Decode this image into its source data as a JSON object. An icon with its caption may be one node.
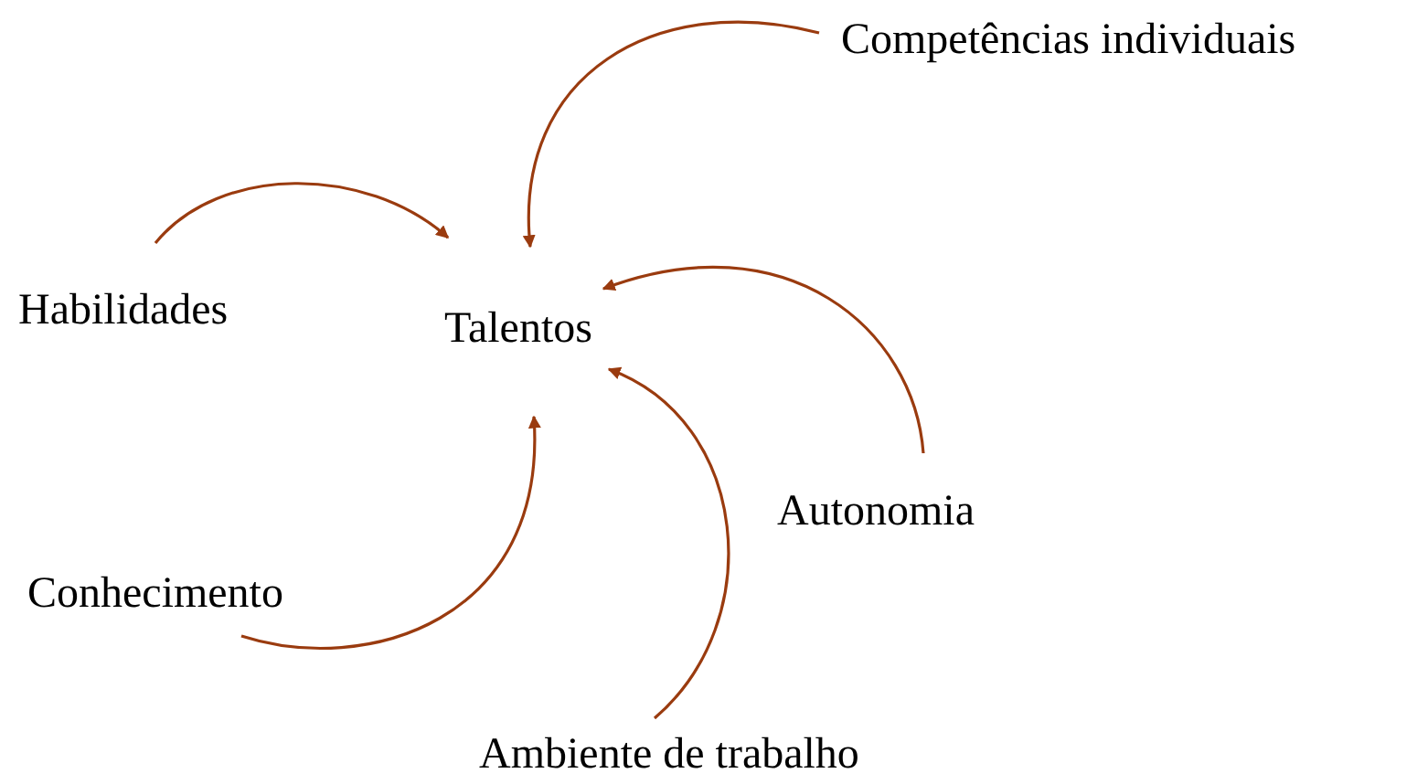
{
  "diagram": {
    "nodes": [
      {
        "text": [
          "Talentos"
        ]
      },
      {
        "text": [
          "Competências individuais"
        ]
      },
      {
        "text": [
          "Habilidades"
        ]
      },
      {
        "text": [
          "Autonomia"
        ]
      },
      {
        "text": [
          "Conhecimento"
        ]
      },
      {
        "text": [
          "Ambiente de trabalho"
        ]
      }
    ],
    "edges": [
      {
        "from": 1,
        "to": 0,
        "arrow": "to",
        "color": "#9a3b0f"
      },
      {
        "from": 2,
        "to": 0,
        "arrow": "to",
        "color": "#9a3b0f"
      },
      {
        "from": 3,
        "to": 0,
        "arrow": "to",
        "color": "#9a3b0f"
      },
      {
        "from": 4,
        "to": 0,
        "arrow": "to",
        "color": "#9a3b0f"
      },
      {
        "from": 5,
        "to": 0,
        "arrow": "to",
        "color": "#9a3b0f"
      }
    ]
  }
}
